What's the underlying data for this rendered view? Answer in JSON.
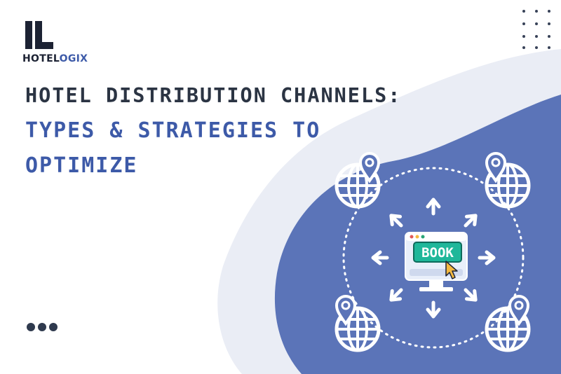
{
  "brand": {
    "name_part1": "HOTEL",
    "name_part2": "OGIX",
    "color": "#1c2233",
    "accent": "#3d5aa8"
  },
  "headline": {
    "line1": "HOTEL DISTRIBUTION CHANNELS:",
    "line2": "TYPES & STRATEGIES TO",
    "line3": "OPTIMIZE"
  },
  "illustration": {
    "button_label": "BOOK",
    "icons": [
      "globe-icon",
      "map-pin-icon",
      "arrow-icon",
      "monitor-icon",
      "cursor-icon"
    ]
  },
  "colors": {
    "blob_light": "#eaedf5",
    "blob_blue": "#5b74b8",
    "icon_white": "#ffffff",
    "book_green": "#1fb79a"
  },
  "pager": {
    "count": 3
  }
}
